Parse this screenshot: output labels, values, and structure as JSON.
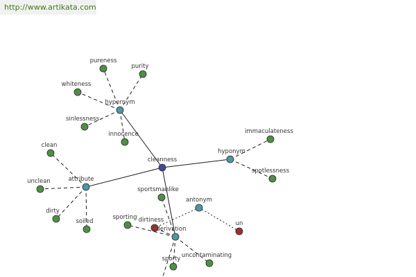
{
  "header": {
    "url": "http://www.artikata.com"
  },
  "colors": {
    "center": "#3c4c9a",
    "relation": "#4f95a6",
    "word": "#4f8f45",
    "antonym_word": "#9a3030"
  },
  "nodes": [
    {
      "id": "cleanness",
      "label": "cleanness",
      "kind": "center"
    },
    {
      "id": "hypernym",
      "label": "hypernym",
      "kind": "relation"
    },
    {
      "id": "hyponym",
      "label": "hyponym",
      "kind": "relation"
    },
    {
      "id": "attribute",
      "label": "attribute",
      "kind": "relation"
    },
    {
      "id": "antonym",
      "label": "antonym",
      "kind": "relation"
    },
    {
      "id": "derivation",
      "label": "derivation",
      "kind": "relation"
    },
    {
      "id": "pureness",
      "label": "pureness",
      "kind": "word"
    },
    {
      "id": "purity",
      "label": "purity",
      "kind": "word"
    },
    {
      "id": "whiteness",
      "label": "whiteness",
      "kind": "word"
    },
    {
      "id": "sinlessness",
      "label": "sinlessness",
      "kind": "word"
    },
    {
      "id": "innocence",
      "label": "innocence",
      "kind": "word"
    },
    {
      "id": "immaculateness",
      "label": "immaculateness",
      "kind": "word"
    },
    {
      "id": "spotlessness",
      "label": "spotlessness",
      "kind": "word"
    },
    {
      "id": "clean",
      "label": "clean",
      "kind": "word"
    },
    {
      "id": "unclean",
      "label": "unclean",
      "kind": "word"
    },
    {
      "id": "dirty",
      "label": "dirty",
      "kind": "word"
    },
    {
      "id": "soiled",
      "label": "soiled",
      "kind": "word"
    },
    {
      "id": "sportsmanlike",
      "label": "sportsmanlike",
      "kind": "word"
    },
    {
      "id": "sporting",
      "label": "sporting",
      "kind": "word"
    },
    {
      "id": "dirtiness",
      "label": "dirtiness",
      "kind": "antonym_word"
    },
    {
      "id": "un",
      "label": "un",
      "kind": "antonym_word"
    },
    {
      "id": "sporty",
      "label": "sporty",
      "kind": "word"
    },
    {
      "id": "uncontaminating",
      "label": "uncontaminating",
      "kind": "word"
    }
  ],
  "edges": [
    {
      "from": "cleanness",
      "to": "hypernym",
      "style": "solid"
    },
    {
      "from": "cleanness",
      "to": "hyponym",
      "style": "solid"
    },
    {
      "from": "cleanness",
      "to": "attribute",
      "style": "solid"
    },
    {
      "from": "cleanness",
      "to": "derivation",
      "style": "solid"
    },
    {
      "from": "hypernym",
      "to": "pureness",
      "style": "dashed"
    },
    {
      "from": "hypernym",
      "to": "purity",
      "style": "dashed"
    },
    {
      "from": "hypernym",
      "to": "whiteness",
      "style": "dashed"
    },
    {
      "from": "hypernym",
      "to": "sinlessness",
      "style": "dashed"
    },
    {
      "from": "hypernym",
      "to": "innocence",
      "style": "dashed"
    },
    {
      "from": "hyponym",
      "to": "immaculateness",
      "style": "dashed"
    },
    {
      "from": "hyponym",
      "to": "spotlessness",
      "style": "dashed"
    },
    {
      "from": "attribute",
      "to": "clean",
      "style": "dashed"
    },
    {
      "from": "attribute",
      "to": "unclean",
      "style": "dashed"
    },
    {
      "from": "attribute",
      "to": "dirty",
      "style": "dashed"
    },
    {
      "from": "attribute",
      "to": "soiled",
      "style": "dashed"
    },
    {
      "from": "antonym",
      "to": "dirtiness",
      "style": "dotted"
    },
    {
      "from": "antonym",
      "to": "un",
      "style": "dotted"
    },
    {
      "from": "derivation",
      "to": "sportsmanlike",
      "style": "dashed"
    },
    {
      "from": "derivation",
      "to": "sporting",
      "style": "dashed"
    },
    {
      "from": "derivation",
      "to": "dirtiness",
      "style": "dashed"
    },
    {
      "from": "derivation",
      "to": "sporty",
      "style": "dashed"
    },
    {
      "from": "derivation",
      "to": "uncontaminating",
      "style": "dashed"
    },
    {
      "from": "derivation",
      "to": "offscreen",
      "style": "dashed"
    }
  ]
}
